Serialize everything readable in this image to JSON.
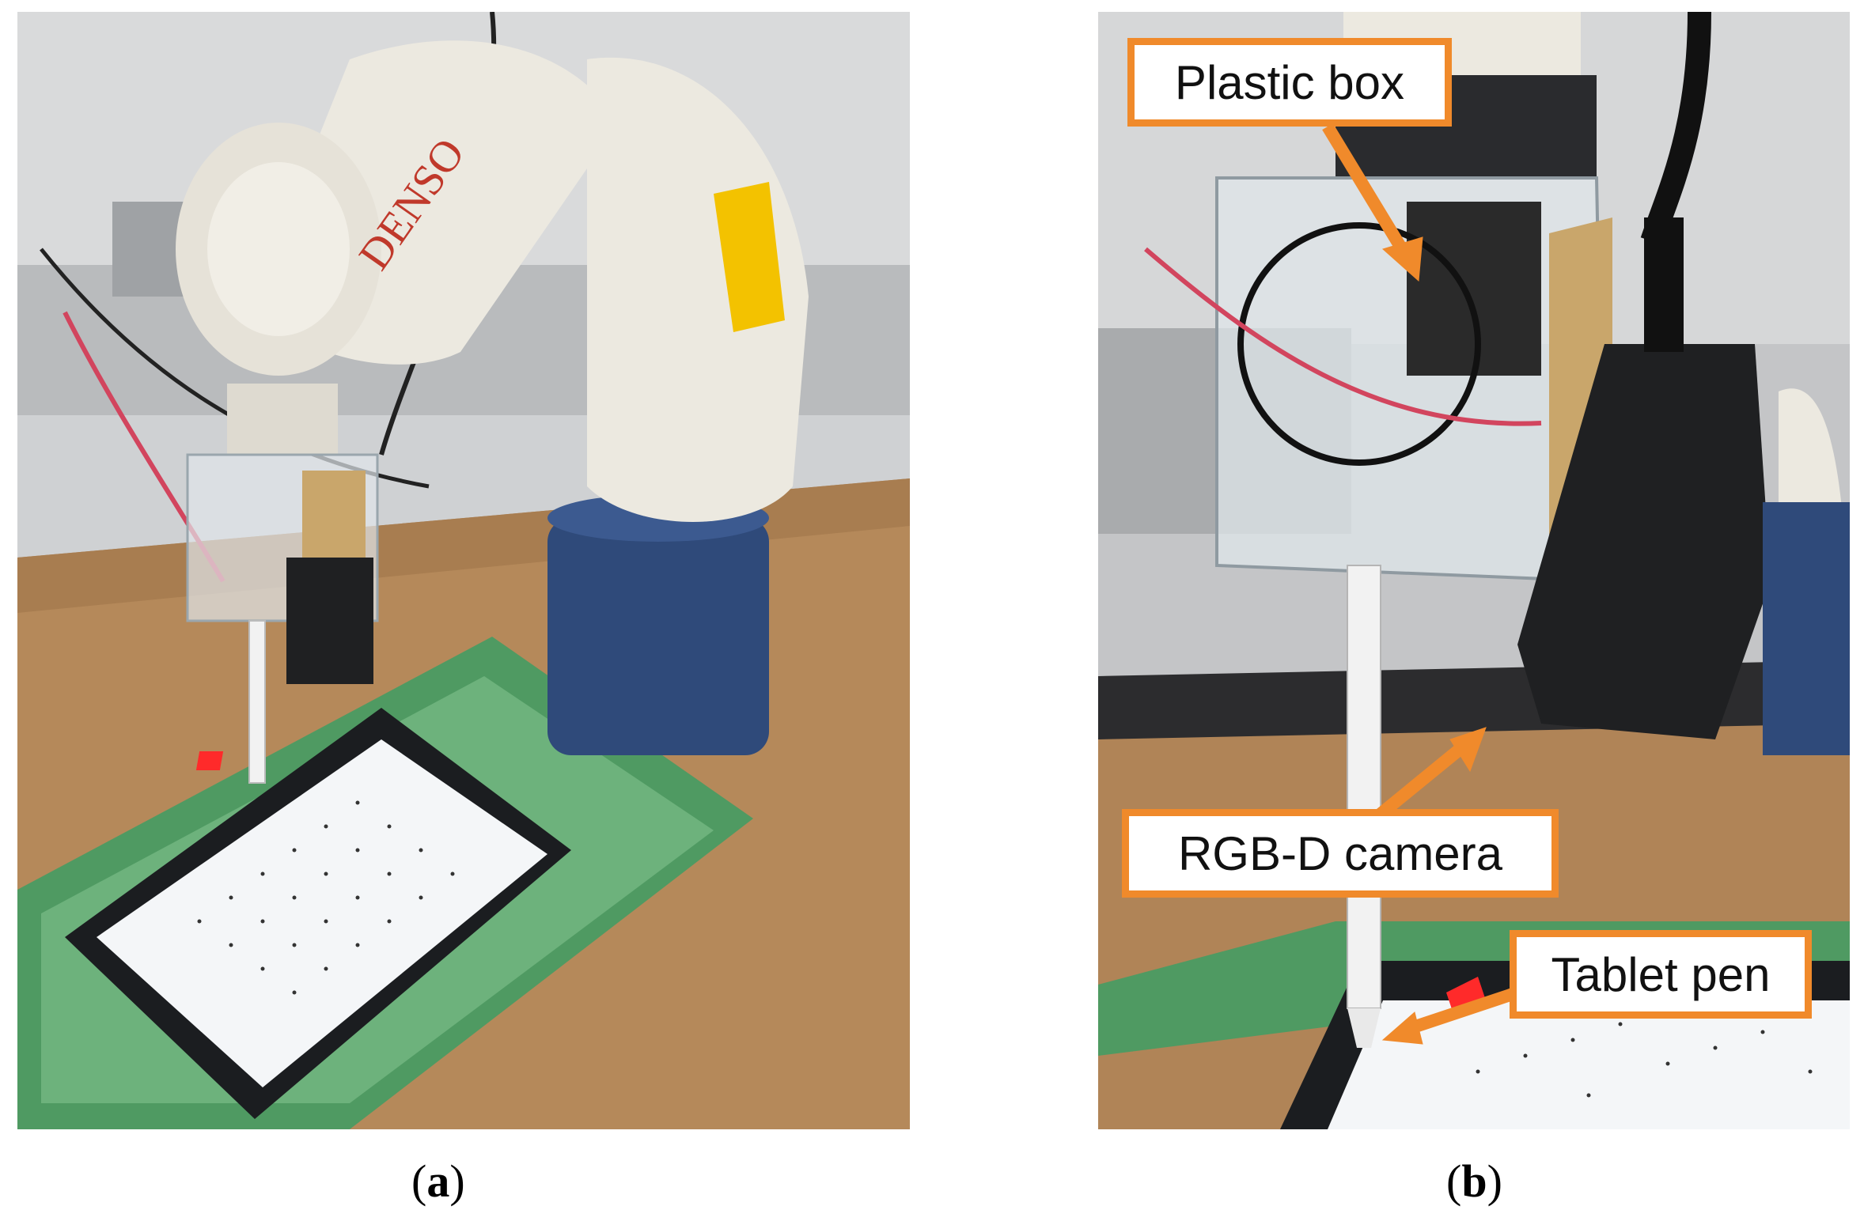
{
  "panels": {
    "a": {
      "caption_open": "(",
      "caption_letter": "a",
      "caption_close": ")",
      "robot_brand": "DENSO"
    },
    "b": {
      "caption_open": "(",
      "caption_letter": "b",
      "caption_close": ")"
    }
  },
  "callouts": {
    "plastic_box": "Plastic box",
    "rgbd_camera": "RGB-D camera",
    "tablet_pen": "Tablet pen"
  },
  "colors": {
    "callout_orange": "#f08a2b",
    "robot_white": "#ece9e0",
    "robot_base_blue": "#2f4a7a",
    "green_tape": "#4f9a62",
    "tablet_red_square": "#ff2a2a"
  }
}
